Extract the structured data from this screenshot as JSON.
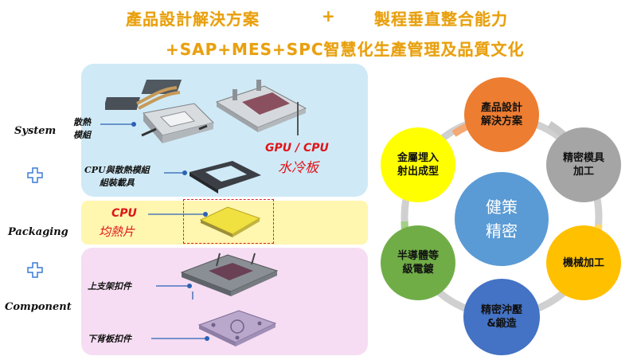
{
  "header": {
    "line1_left": "產品設計解決方案",
    "plus": "+",
    "line1_right": "製程垂直整合能力",
    "line2": "+SAP+MES+SPC智慧化生產管理及品質文化"
  },
  "left": {
    "row_labels": [
      "System",
      "Packaging",
      "Component"
    ],
    "system": {
      "heatsink_line1": "散熱",
      "heatsink_line2": "模組",
      "gpu_title": "GPU / CPU",
      "gpu_sub": "水冷板",
      "mount_line1": "CPU與散熱模組",
      "mount_line2": "組裝載具"
    },
    "packaging": {
      "cpu": "CPU",
      "lid": "均熱片"
    },
    "component": {
      "upper": "上支架扣件",
      "lower": "下背板扣件"
    }
  },
  "cycle": {
    "center_line1": "健策",
    "center_line2": "精密",
    "nodes": [
      {
        "l1": "產品設計",
        "l2": "解決方案",
        "color": "#ed7d31"
      },
      {
        "l1": "精密模具",
        "l2": "加工",
        "color": "#a5a5a5"
      },
      {
        "l1": "機械加工",
        "l2": "",
        "color": "#ffc000"
      },
      {
        "l1": "精密沖壓",
        "l2": "&鍛造",
        "color": "#4472c4"
      },
      {
        "l1": "半導體等",
        "l2": "級電鍍",
        "color": "#70ad47"
      },
      {
        "l1": "金屬埋入",
        "l2": "射出成型",
        "color": "#ffff00"
      }
    ],
    "center_color": "#5b9bd5"
  }
}
